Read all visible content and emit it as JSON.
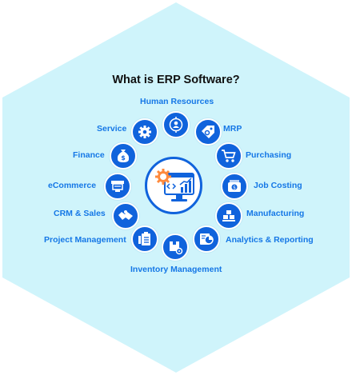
{
  "title": "What is ERP Software?",
  "modules": {
    "human_resources": "Human Resources",
    "mrp": "MRP",
    "purchasing": "Purchasing",
    "job_costing": "Job Costing",
    "manufacturing": "Manufacturing",
    "analytics_reporting": "Analytics & Reporting",
    "inventory_management": "Inventory Management",
    "project_management": "Project Management",
    "crm_sales": "CRM & Sales",
    "ecommerce": "eCommerce",
    "finance": "Finance",
    "service": "Service"
  },
  "colors": {
    "hexagon": "#cff4fb",
    "node": "#1063dc",
    "label": "#1577e6",
    "title": "#111111"
  },
  "icons": {
    "center": "erp-monitor-chart-gear-icon",
    "human_resources": "person-target-icon",
    "mrp": "tag-gear-icon",
    "purchasing": "shopping-cart-icon",
    "job_costing": "wallet-dollar-icon",
    "manufacturing": "boxes-stack-icon",
    "analytics_reporting": "pie-chart-icon",
    "inventory_management": "box-gear-icon",
    "project_management": "clipboard-list-icon",
    "crm_sales": "handshake-icon",
    "ecommerce": "storefront-icon",
    "finance": "money-bag-dollar-icon",
    "service": "gear-icon"
  }
}
